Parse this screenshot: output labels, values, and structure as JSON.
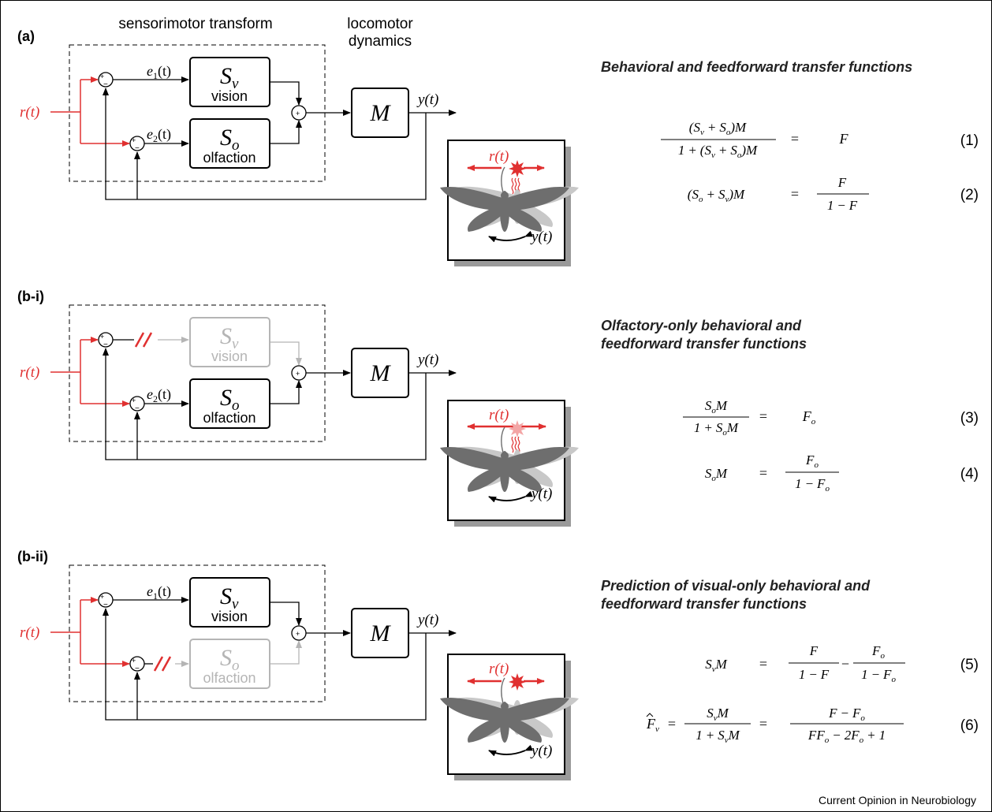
{
  "headers": {
    "sensorimotor": "sensorimotor transform",
    "locomotor_line1": "locomotor",
    "locomotor_line2": "dynamics"
  },
  "panels": [
    {
      "label": "(a)",
      "vision_label": "vision",
      "olfaction_label": "olfaction",
      "title_lines": [
        "Behavioral and feedforward transfer functions"
      ],
      "equations": [
        {
          "lhs": "(Sᵥ + Sₒ)M / 1 + (Sᵥ + Sₒ)M",
          "rhs": "F",
          "number": "(1)"
        },
        {
          "lhs": "(Sₒ + Sᵥ)M",
          "rhs": "F / 1 − F",
          "number": "(2)"
        }
      ]
    },
    {
      "label": "(b-i)",
      "vision_label": "vision",
      "olfaction_label": "olfaction",
      "title_lines": [
        "Olfactory-only behavioral and",
        "feedforward transfer functions"
      ],
      "equations": [
        {
          "lhs": "SₒM / 1 + SₒM",
          "rhs": "Fₒ",
          "number": "(3)"
        },
        {
          "lhs": "SₒM",
          "rhs": "Fₒ / 1 − Fₒ",
          "number": "(4)"
        }
      ]
    },
    {
      "label": "(b-ii)",
      "vision_label": "vision",
      "olfaction_label": "olfaction",
      "title_lines": [
        "Prediction of visual-only behavioral and",
        "feedforward transfer functions"
      ],
      "equations": [
        {
          "lhs": "SᵥM",
          "rhs": "F / 1 − F − Fₒ / 1 − Fₒ",
          "number": "(5)"
        },
        {
          "lhs": "F̂ᵥ = SᵥM / 1 + SᵥM",
          "rhs": "F − Fₒ / FFₒ − 2Fₒ + 1",
          "number": "(6)"
        }
      ]
    }
  ],
  "symbols": {
    "r": "r(t)",
    "y": "y(t)",
    "e1": "e",
    "e1_sub": "1",
    "e2": "e",
    "e2_sub": "2",
    "arg": "(t)",
    "S": "S",
    "v": "v",
    "o": "o",
    "M": "M",
    "F": "F",
    "Fo": "F",
    "one": "1",
    "equals": "=",
    "plus": "+",
    "minus": "−",
    "sumplus": "+",
    "summinus": "−",
    "lparen": "(",
    "rparen": ")",
    "hatF": "F",
    "eq5_lhs": "S",
    "two": "2"
  },
  "footer": "Current Opinion in Neurobiology",
  "colors": {
    "stimulus": "#e03030",
    "disabled": "#b5b5b5",
    "moth_dark": "#6e6e6e",
    "moth_light": "#c4c4c4",
    "shadow": "#9a9a9a"
  }
}
